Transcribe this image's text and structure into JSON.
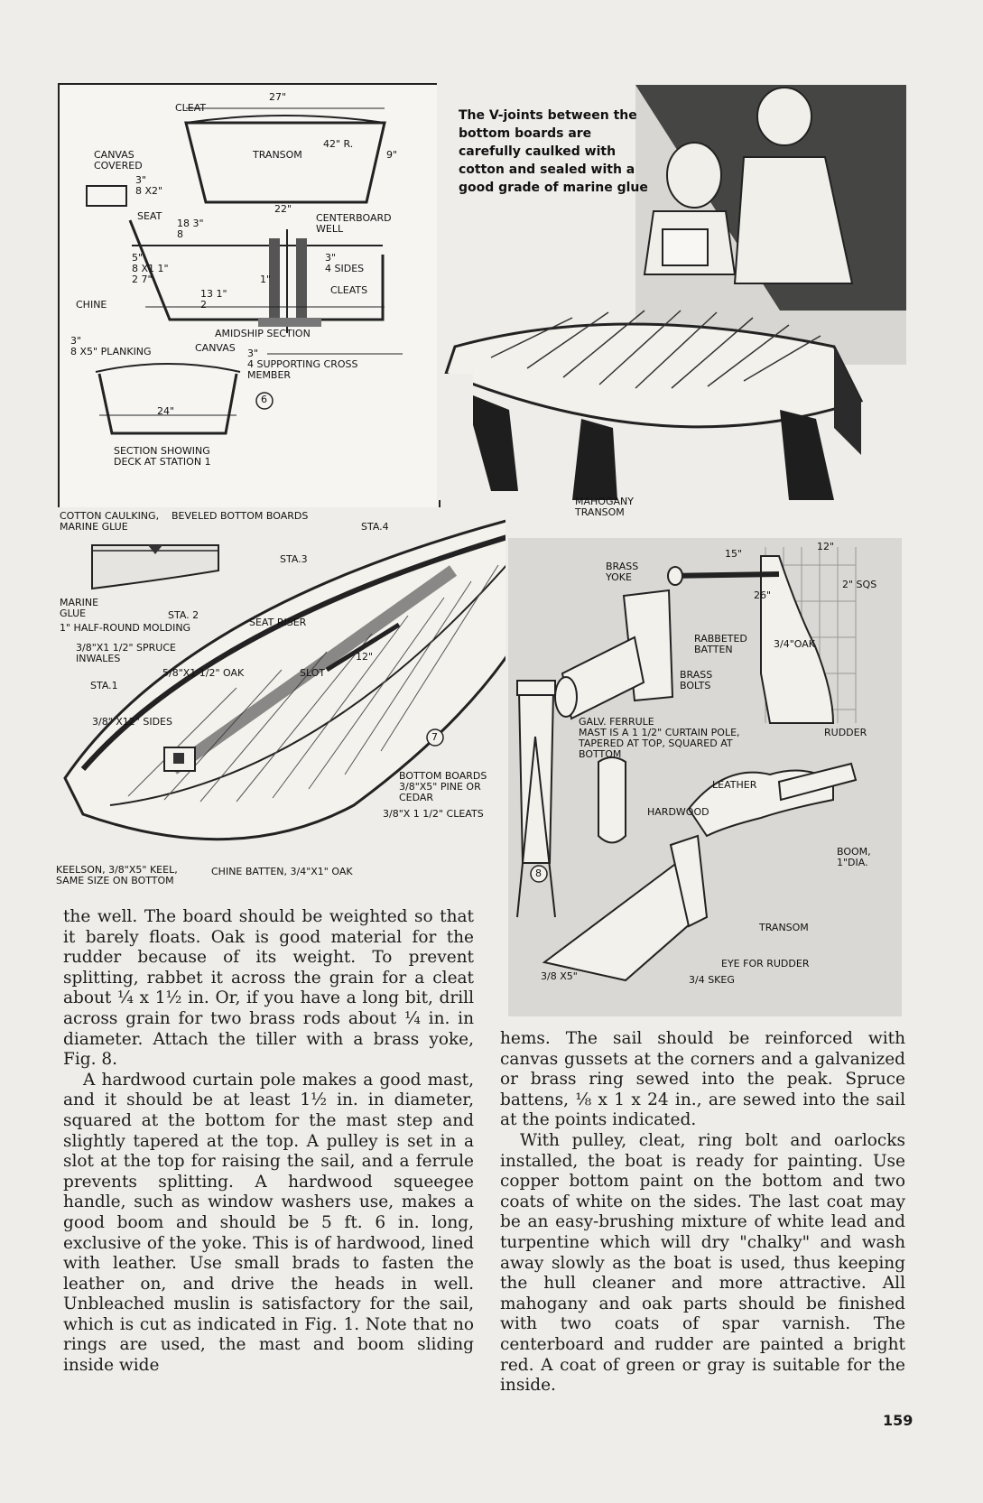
{
  "figure6": {
    "labels": {
      "cleat": "CLEAT",
      "w27": "27\"",
      "transom": "TRANSOM",
      "r42": "42\" R.",
      "h9": "9\"",
      "canvas_covered": "CANVAS\nCOVERED",
      "dim_38x2": "3\"\n8 X2\"",
      "w22": "22\"",
      "seat": "SEAT",
      "d18": "18 3\"\n8",
      "centerboard_well": "CENTERBOARD\nWELL",
      "riser": "5\"\n8 X1 1\"\n2  7\"",
      "sides": "3\"\n4 SIDES",
      "one_in": "1\"",
      "d13": "13 1\"\n2",
      "cleats": "CLEATS",
      "chine": "CHINE",
      "amidship": "AMIDSHIP SECTION",
      "planking": "3\"\n8 X5\" PLANKING",
      "canvas": "CANVAS",
      "supporting": "3\"\n4 SUPPORTING CROSS\n      MEMBER",
      "w24": "24\"",
      "fig_no": "6",
      "section_deck": "SECTION SHOWING\nDECK AT STATION 1"
    }
  },
  "photo_caption": "The V-joints between the bottom boards are carefully caulked with cotton and sealed with a good grade of marine glue",
  "figure7": {
    "labels": {
      "cotton": "COTTON CAULKING,\nMARINE GLUE",
      "beveled": "BEVELED BOTTOM BOARDS",
      "marine_glue": "MARINE\nGLUE",
      "molding": "1\" HALF-ROUND MOLDING",
      "sta4": "STA.4",
      "sta3": "STA.3",
      "sta2": "STA. 2",
      "sta1": "STA.1",
      "inwales": "3/8\"X1 1/2\" SPRUCE\nINWALES",
      "seat_riser": "SEAT RISER",
      "oak": "5/8\"X1 1/2\" OAK",
      "slot": "SLOT",
      "d12": "12\"",
      "sides": "3/8\" X12\" SIDES",
      "fig_no": "7",
      "bottom_boards": "BOTTOM BOARDS\n3/8\"X5\" PINE OR\nCEDAR",
      "cleats": "3/8\"X 1 1/2\" CLEATS",
      "keelson": "KEELSON, 3/8\"X5\" KEEL,\nSAME SIZE ON BOTTOM",
      "chine": "CHINE BATTEN, 3/4\"X1\" OAK"
    }
  },
  "figure8": {
    "labels": {
      "mahogany": "MAHOGANY\nTRANSOM",
      "brass_yoke": "BRASS\nYOKE",
      "w15": "15\"",
      "w12": "12\"",
      "sqs": "2\" SQS",
      "w26": "26\"",
      "rabbeted": "RABBETED\nBATTEN",
      "oak": "3/4\"OAK",
      "brass_bolts": "BRASS\nBOLTS",
      "ferrule": "GALV. FERRULE\nMAST IS A 1 1/2\" CURTAIN POLE,\nTAPERED AT TOP, SQUARED AT\nBOTTOM",
      "rudder": "RUDDER",
      "leather": "LEATHER",
      "hardwood": "HARDWOOD",
      "boom": "BOOM,\n1\"DIA.",
      "fig_no": "8",
      "transom": "TRANSOM",
      "eye": "EYE FOR RUDDER",
      "skeg": "3/4 SKEG",
      "dim": "3/8 X5\""
    }
  },
  "left_column": [
    {
      "indent": false,
      "text": "the well. The board should be weighted so that it barely floats. Oak is good material for the rudder because of its weight. To prevent splitting, rabbet it across the grain for a cleat about ¼ x 1½ in. Or, if you have a long bit, drill across grain for two brass rods about ¼ in. in diameter. Attach the tiller with a brass yoke, Fig. 8."
    },
    {
      "indent": true,
      "text": "A hardwood curtain pole makes a good mast, and it should be at least 1½ in. in diameter, squared at the bottom for the mast step and slightly tapered at the top. A pulley is set in a slot at the top for raising the sail, and a ferrule prevents splitting. A hardwood squeegee handle, such as window washers use, makes a good boom and should be 5 ft. 6 in. long, exclusive of the yoke. This is of hardwood, lined with leather. Use small brads to fasten the leather on, and drive the heads in well. Unbleached muslin is satisfactory for the sail, which is cut as indicated in Fig. 1. Note that no rings are used, the mast and boom sliding inside wide"
    }
  ],
  "right_column": [
    {
      "indent": false,
      "text": "hems. The sail should be reinforced with canvas gussets at the corners and a galvanized or brass ring sewed into the peak. Spruce battens, ⅛ x 1 x 24 in., are sewed into the sail at the points indicated."
    },
    {
      "indent": true,
      "text": "With pulley, cleat, ring bolt and oarlocks installed, the boat is ready for painting. Use copper bottom paint on the bottom and two coats of white on the sides. The last coat may be an easy-brushing mixture of white lead and turpentine which will dry \"chalky\" and wash away slowly as the boat is used, thus keeping the hull cleaner and more attractive. All mahogany and oak parts should be finished with two coats of spar varnish. The centerboard and rudder are painted a bright red. A coat of green or gray is suitable for the inside."
    }
  ],
  "page_number": "159"
}
